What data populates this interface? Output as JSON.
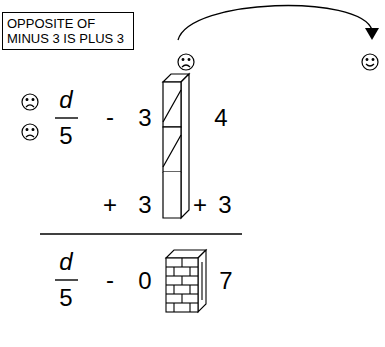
{
  "diagram": {
    "nodes": [
      {
        "text": [
          "OPPOSITE OF MINUS 3 IS PLUS 3"
        ]
      }
    ],
    "labels": [
      "d",
      "5",
      "-",
      "3",
      "4",
      "+",
      "3",
      "+",
      "3",
      "d",
      "5",
      "-",
      "0",
      "7"
    ]
  }
}
